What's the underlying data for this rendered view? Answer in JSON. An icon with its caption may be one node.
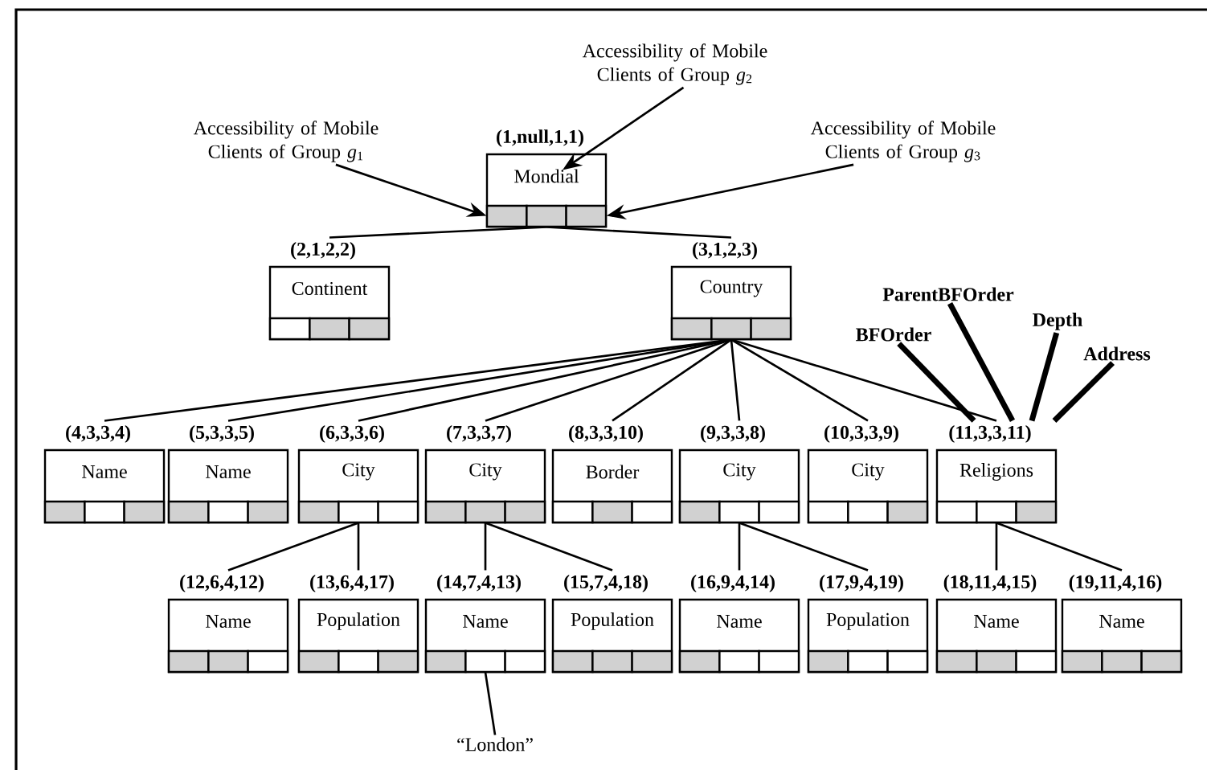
{
  "diagram": {
    "nodes": [
      {
        "text": [
          "Mondial"
        ],
        "beside": [
          "(1,null,1,1)"
        ]
      },
      {
        "text": [
          "Continent"
        ],
        "beside": [
          "(2,1,2,2)"
        ]
      },
      {
        "text": [
          "Country"
        ],
        "beside": [
          "(3,1,2,3)"
        ]
      },
      {
        "text": [
          "Name"
        ],
        "beside": [
          "(4,3,3,4)"
        ]
      },
      {
        "text": [
          "Name"
        ],
        "beside": [
          "(5,3,3,5)"
        ]
      },
      {
        "text": [
          "City"
        ],
        "beside": [
          "(6,3,3,6)"
        ]
      },
      {
        "text": [
          "City"
        ],
        "beside": [
          "(7,3,3,7)"
        ]
      },
      {
        "text": [
          "Border"
        ],
        "beside": [
          "(8,3,3,10)"
        ]
      },
      {
        "text": [
          "City"
        ],
        "beside": [
          "(9,3,3,8)"
        ]
      },
      {
        "text": [
          "City"
        ],
        "beside": [
          "(10,3,3,9)"
        ]
      },
      {
        "text": [
          "Religions"
        ],
        "beside": [
          "(11,3,3,11)"
        ]
      },
      {
        "text": [
          "Name"
        ],
        "beside": [
          "(12,6,4,12)"
        ]
      },
      {
        "text": [
          "Population"
        ],
        "beside": [
          "(13,6,4,17)"
        ]
      },
      {
        "text": [
          "Name"
        ],
        "beside": [
          "(14,7,4,13)"
        ]
      },
      {
        "text": [
          "Population"
        ],
        "beside": [
          "(15,7,4,18)"
        ]
      },
      {
        "text": [
          "Name"
        ],
        "beside": [
          "(16,9,4,14)"
        ]
      },
      {
        "text": [
          "Population"
        ],
        "beside": [
          "(17,9,4,19)"
        ]
      },
      {
        "text": [
          "Name"
        ],
        "beside": [
          "(18,11,4,15)"
        ]
      },
      {
        "text": [
          "Name"
        ],
        "beside": [
          "(19,11,4,16)"
        ]
      },
      {
        "text": [
          "“London”"
        ]
      },
      {
        "text": [
          "Accessibility of Mobile Clients of Group *g*$_{1}$"
        ]
      },
      {
        "text": [
          "Accessibility of Mobile Clients of Group *g*$_{2}$"
        ]
      },
      {
        "text": [
          "Accessibility of Mobile Clients of Group *g*$_{3}$"
        ]
      },
      {
        "text": [
          "BFOrder"
        ]
      },
      {
        "text": [
          "ParentBFOrder"
        ]
      },
      {
        "text": [
          "Depth"
        ]
      },
      {
        "text": [
          "Address"
        ]
      }
    ],
    "edges": [
      {
        "from": 0,
        "to": 1,
        "arrow": "none"
      },
      {
        "from": 0,
        "to": 2,
        "arrow": "none"
      },
      {
        "from": 2,
        "to": 3,
        "arrow": "none"
      },
      {
        "from": 2,
        "to": 4,
        "arrow": "none"
      },
      {
        "from": 2,
        "to": 5,
        "arrow": "none"
      },
      {
        "from": 2,
        "to": 6,
        "arrow": "none"
      },
      {
        "from": 2,
        "to": 7,
        "arrow": "none"
      },
      {
        "from": 2,
        "to": 8,
        "arrow": "none"
      },
      {
        "from": 2,
        "to": 9,
        "arrow": "none"
      },
      {
        "from": 2,
        "to": 10,
        "arrow": "none"
      },
      {
        "from": 5,
        "to": 11,
        "arrow": "none"
      },
      {
        "from": 5,
        "to": 12,
        "arrow": "none"
      },
      {
        "from": 6,
        "to": 13,
        "arrow": "none"
      },
      {
        "from": 6,
        "to": 14,
        "arrow": "none"
      },
      {
        "from": 8,
        "to": 15,
        "arrow": "none"
      },
      {
        "from": 8,
        "to": 16,
        "arrow": "none"
      },
      {
        "from": 10,
        "to": 17,
        "arrow": "none"
      },
      {
        "from": 10,
        "to": 18,
        "arrow": "none"
      },
      {
        "from": 13,
        "to": 19,
        "arrow": "none"
      },
      {
        "from": 20,
        "to": 0,
        "arrow": "to"
      },
      {
        "from": 21,
        "to": 0,
        "arrow": "to"
      },
      {
        "from": 22,
        "to": 0,
        "arrow": "to"
      },
      {
        "from": 23,
        "to": 10,
        "arrow": "none",
        "style": "thick"
      },
      {
        "from": 24,
        "to": 10,
        "arrow": "none",
        "style": "thick"
      },
      {
        "from": 25,
        "to": 10,
        "arrow": "none",
        "style": "thick"
      },
      {
        "from": 26,
        "to": 10,
        "arrow": "none",
        "style": "thick"
      }
    ]
  }
}
